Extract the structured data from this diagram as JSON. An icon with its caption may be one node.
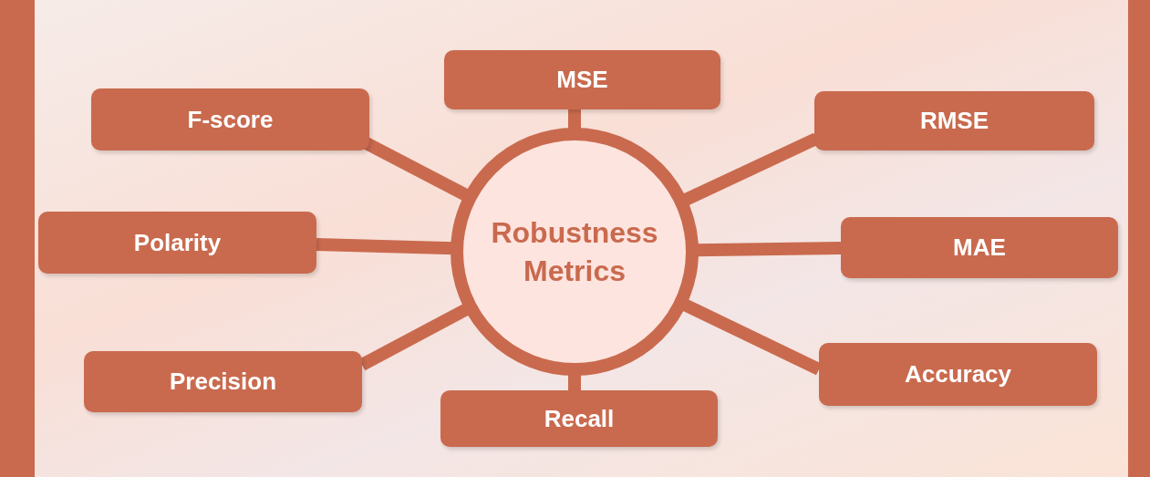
{
  "diagram": {
    "nodes": [
      {
        "text": [
          "Robustness Metrics"
        ]
      },
      {
        "text": [
          "MSE"
        ]
      },
      {
        "text": [
          "RMSE"
        ]
      },
      {
        "text": [
          "MAE"
        ]
      },
      {
        "text": [
          "Accuracy"
        ]
      },
      {
        "text": [
          "Recall"
        ]
      },
      {
        "text": [
          "Precision"
        ]
      },
      {
        "text": [
          "Polarity"
        ]
      },
      {
        "text": [
          "F-score"
        ]
      }
    ],
    "edges": [
      {
        "from": 0,
        "to": 1,
        "arrow": "none"
      },
      {
        "from": 0,
        "to": 2,
        "arrow": "none"
      },
      {
        "from": 0,
        "to": 3,
        "arrow": "none"
      },
      {
        "from": 0,
        "to": 4,
        "arrow": "none"
      },
      {
        "from": 0,
        "to": 5,
        "arrow": "none"
      },
      {
        "from": 0,
        "to": 6,
        "arrow": "none"
      },
      {
        "from": 0,
        "to": 7,
        "arrow": "none"
      },
      {
        "from": 0,
        "to": 8,
        "arrow": "none"
      }
    ]
  }
}
